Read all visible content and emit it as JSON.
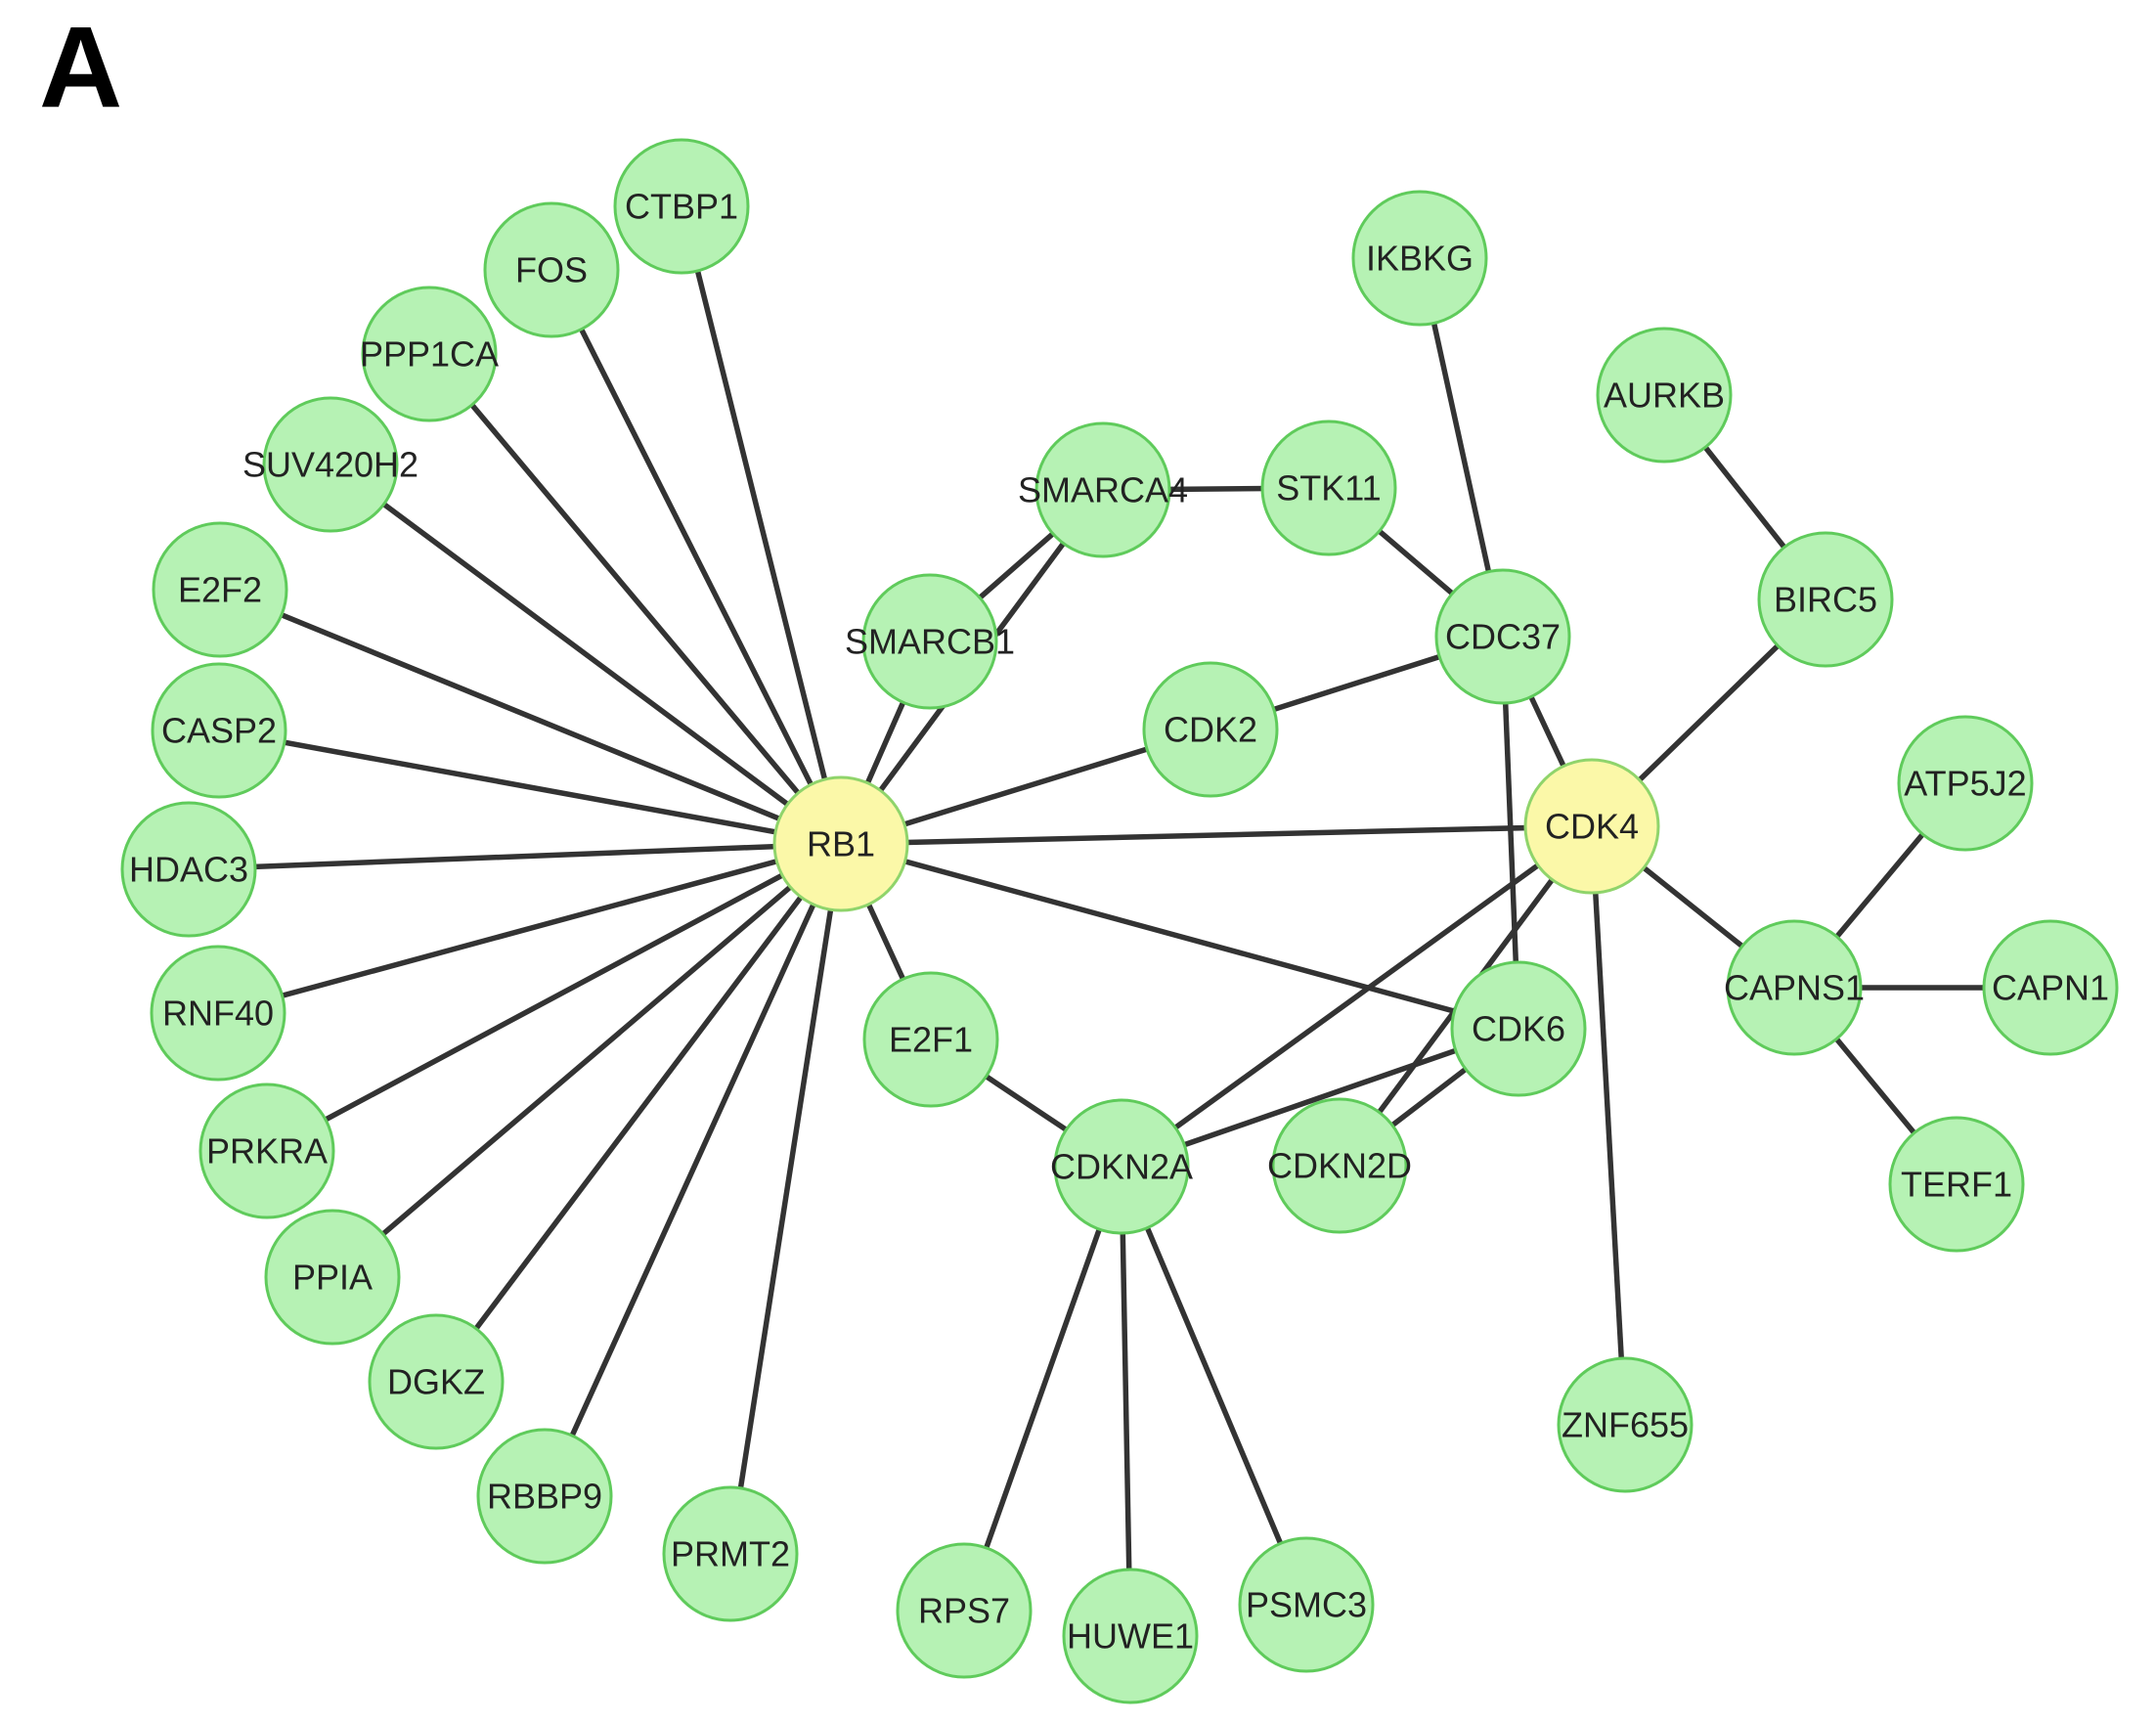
{
  "panel_label": "A",
  "colors": {
    "default_fill": "#b6f2b4",
    "default_stroke": "#5fcb5b",
    "hub_fill": "#fbf8a8",
    "hub_stroke": "#8fd46b",
    "edge": "#333333"
  },
  "nodes": [
    {
      "id": "RB1",
      "label": "RB1",
      "type": "hub"
    },
    {
      "id": "CDK4",
      "label": "CDK4",
      "type": "hub"
    },
    {
      "id": "CTBP1",
      "label": "CTBP1",
      "type": "default"
    },
    {
      "id": "FOS",
      "label": "FOS",
      "type": "default"
    },
    {
      "id": "PPP1CA",
      "label": "PPP1CA",
      "type": "default"
    },
    {
      "id": "SUV420H2",
      "label": "SUV420H2",
      "type": "default"
    },
    {
      "id": "E2F2",
      "label": "E2F2",
      "type": "default"
    },
    {
      "id": "CASP2",
      "label": "CASP2",
      "type": "default"
    },
    {
      "id": "HDAC3",
      "label": "HDAC3",
      "type": "default"
    },
    {
      "id": "RNF40",
      "label": "RNF40",
      "type": "default"
    },
    {
      "id": "PRKRA",
      "label": "PRKRA",
      "type": "default"
    },
    {
      "id": "PPIA",
      "label": "PPIA",
      "type": "default"
    },
    {
      "id": "DGKZ",
      "label": "DGKZ",
      "type": "default"
    },
    {
      "id": "RBBP9",
      "label": "RBBP9",
      "type": "default"
    },
    {
      "id": "PRMT2",
      "label": "PRMT2",
      "type": "default"
    },
    {
      "id": "SMARCA4",
      "label": "SMARCA4",
      "type": "default"
    },
    {
      "id": "SMARCB1",
      "label": "SMARCB1",
      "type": "default"
    },
    {
      "id": "STK11",
      "label": "STK11",
      "type": "default"
    },
    {
      "id": "IKBKG",
      "label": "IKBKG",
      "type": "default"
    },
    {
      "id": "CDC37",
      "label": "CDC37",
      "type": "default"
    },
    {
      "id": "CDK2",
      "label": "CDK2",
      "type": "default"
    },
    {
      "id": "AURKB",
      "label": "AURKB",
      "type": "default"
    },
    {
      "id": "BIRC5",
      "label": "BIRC5",
      "type": "default"
    },
    {
      "id": "ATP5J2",
      "label": "ATP5J2",
      "type": "default"
    },
    {
      "id": "CAPNS1",
      "label": "CAPNS1",
      "type": "default"
    },
    {
      "id": "CAPN1",
      "label": "CAPN1",
      "type": "default"
    },
    {
      "id": "TERF1",
      "label": "TERF1",
      "type": "default"
    },
    {
      "id": "E2F1",
      "label": "E2F1",
      "type": "default"
    },
    {
      "id": "CDK6",
      "label": "CDK6",
      "type": "default"
    },
    {
      "id": "CDKN2A",
      "label": "CDKN2A",
      "type": "default"
    },
    {
      "id": "CDKN2D",
      "label": "CDKN2D",
      "type": "default"
    },
    {
      "id": "ZNF655",
      "label": "ZNF655",
      "type": "default"
    },
    {
      "id": "RPS7",
      "label": "RPS7",
      "type": "default"
    },
    {
      "id": "HUWE1",
      "label": "HUWE1",
      "type": "default"
    },
    {
      "id": "PSMC3",
      "label": "PSMC3",
      "type": "default"
    }
  ],
  "edges": [
    [
      "RB1",
      "CTBP1"
    ],
    [
      "RB1",
      "FOS"
    ],
    [
      "RB1",
      "PPP1CA"
    ],
    [
      "RB1",
      "SUV420H2"
    ],
    [
      "RB1",
      "E2F2"
    ],
    [
      "RB1",
      "CASP2"
    ],
    [
      "RB1",
      "HDAC3"
    ],
    [
      "RB1",
      "RNF40"
    ],
    [
      "RB1",
      "PRKRA"
    ],
    [
      "RB1",
      "PPIA"
    ],
    [
      "RB1",
      "DGKZ"
    ],
    [
      "RB1",
      "RBBP9"
    ],
    [
      "RB1",
      "PRMT2"
    ],
    [
      "RB1",
      "SMARCB1"
    ],
    [
      "RB1",
      "SMARCA4"
    ],
    [
      "RB1",
      "CDK2"
    ],
    [
      "RB1",
      "CDK4"
    ],
    [
      "RB1",
      "E2F1"
    ],
    [
      "RB1",
      "CDK6"
    ],
    [
      "SMARCA4",
      "STK11"
    ],
    [
      "SMARCA4",
      "SMARCB1"
    ],
    [
      "STK11",
      "CDC37"
    ],
    [
      "IKBKG",
      "CDC37"
    ],
    [
      "CDC37",
      "CDK2"
    ],
    [
      "CDC37",
      "CDK4"
    ],
    [
      "CDC37",
      "CDK6"
    ],
    [
      "AURKB",
      "BIRC5"
    ],
    [
      "BIRC5",
      "CDK4"
    ],
    [
      "CDK4",
      "CAPNS1"
    ],
    [
      "CAPNS1",
      "ATP5J2"
    ],
    [
      "CAPNS1",
      "CAPN1"
    ],
    [
      "CAPNS1",
      "TERF1"
    ],
    [
      "CDK4",
      "ZNF655"
    ],
    [
      "CDK4",
      "CDKN2A"
    ],
    [
      "CDK4",
      "CDKN2D"
    ],
    [
      "CDK6",
      "CDKN2A"
    ],
    [
      "CDK6",
      "CDKN2D"
    ],
    [
      "E2F1",
      "CDKN2A"
    ],
    [
      "CDKN2A",
      "RPS7"
    ],
    [
      "CDKN2A",
      "HUWE1"
    ],
    [
      "CDKN2A",
      "PSMC3"
    ]
  ]
}
